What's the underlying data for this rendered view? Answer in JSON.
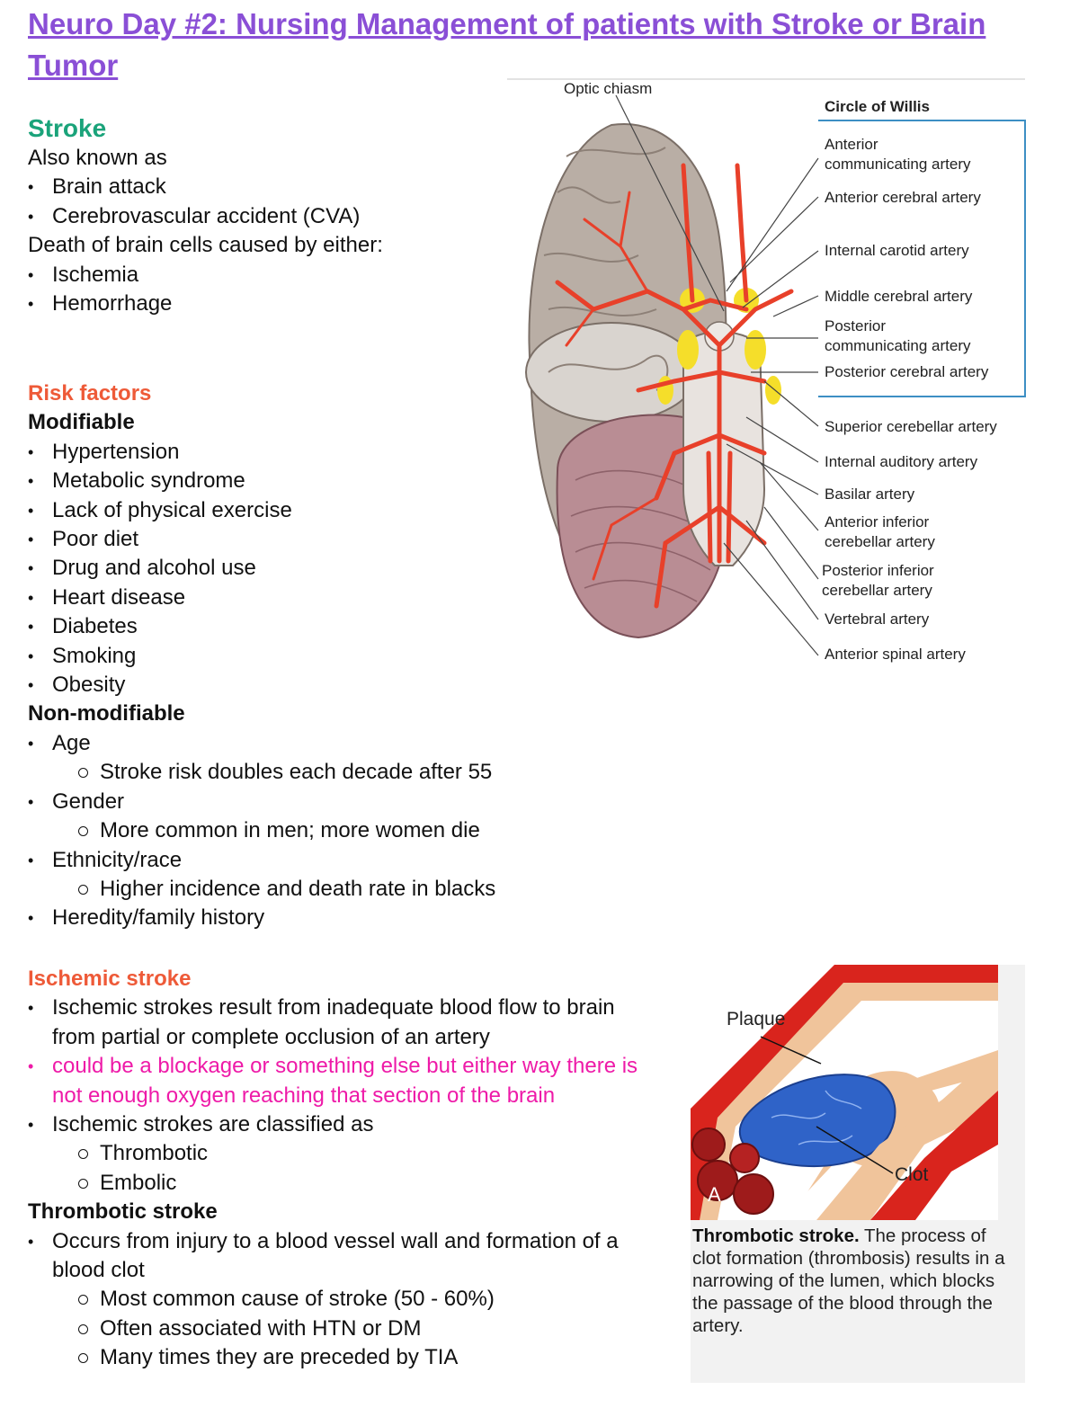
{
  "title": "Neuro Day #2: Nursing Management of patients with Stroke or Brain Tumor",
  "stroke": {
    "heading": "Stroke",
    "aka": "Also known as",
    "aka_items": [
      "Brain attack",
      "Cerebrovascular accident (CVA)"
    ],
    "death_line": "Death of brain cells caused by either:",
    "cause_items": [
      "Ischemia",
      "Hemorrhage"
    ]
  },
  "risk": {
    "heading": "Risk factors",
    "modifiable_heading": "Modifiable",
    "modifiable": [
      "Hypertension",
      "Metabolic syndrome",
      "Lack of physical exercise",
      "Poor diet",
      "Drug and alcohol use",
      "Heart disease",
      "Diabetes",
      "Smoking",
      "Obesity"
    ],
    "nonmod_heading": "Non-modifiable",
    "age": "Age",
    "age_sub": "Stroke risk doubles each decade after 55",
    "gender": "Gender",
    "gender_sub": "More common in men; more women die",
    "ethnicity": "Ethnicity/race",
    "ethnicity_sub": "Higher incidence and death rate in blacks",
    "heredity": "Heredity/family history"
  },
  "ischemic": {
    "heading": "Ischemic stroke",
    "p1": "Ischemic strokes result from inadequate blood flow to brain from partial or complete occlusion of an artery",
    "p2": "could be a blockage or something else but either way there is not enough oxygen reaching that section of the brain",
    "p3": "Ischemic strokes are classified as",
    "types": [
      "Thrombotic",
      "Embolic"
    ],
    "thrombotic_heading": "Thrombotic stroke",
    "t1": "Occurs from injury to a blood vessel wall and formation of a blood clot",
    "t_subs": [
      "Most common cause of stroke (50 - 60%)",
      "Often associated with HTN or DM",
      "Many times they are preceded by TIA"
    ]
  },
  "brain_figure": {
    "optic": "Optic chiasm",
    "cow_title": "Circle of Willis",
    "labels": [
      "Anterior",
      "communicating artery",
      "Anterior cerebral artery",
      "Internal carotid artery",
      "Middle cerebral artery",
      "Posterior",
      "communicating artery",
      "Posterior cerebral artery",
      "Superior cerebellar artery",
      "Internal auditory artery",
      "Basilar artery",
      "Anterior inferior",
      "cerebellar artery",
      "Posterior inferior",
      "cerebellar artery",
      "Vertebral artery",
      "Anterior spinal artery"
    ],
    "colors": {
      "artery": "#e8402a",
      "brain": "#b9aea5",
      "cerebellum": "#b98d94",
      "willis_box": "#3d8fc4",
      "yellow": "#f5de2a"
    }
  },
  "clot_figure": {
    "plaque": "Plaque",
    "clot": "Clot",
    "letter": "A",
    "caption_bold": "Thrombotic stroke.",
    "caption_rest": " The process of clot formation (thrombosis) results in a narrowing of the lumen, which blocks the passage of the blood through the artery."
  }
}
